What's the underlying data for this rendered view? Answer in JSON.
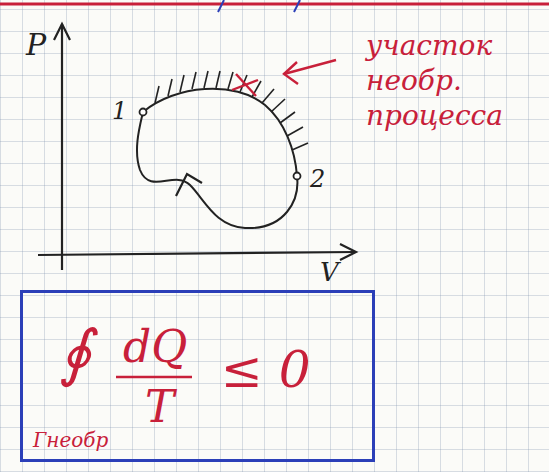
{
  "diagram": {
    "nodes": [
      {
        "text": [
          "∮",
          "dQ",
          "T",
          "≤ 0",
          "Гнеобр"
        ]
      }
    ],
    "labels": [
      "P",
      "V",
      "1",
      "2",
      "участок необр. процесса"
    ]
  }
}
